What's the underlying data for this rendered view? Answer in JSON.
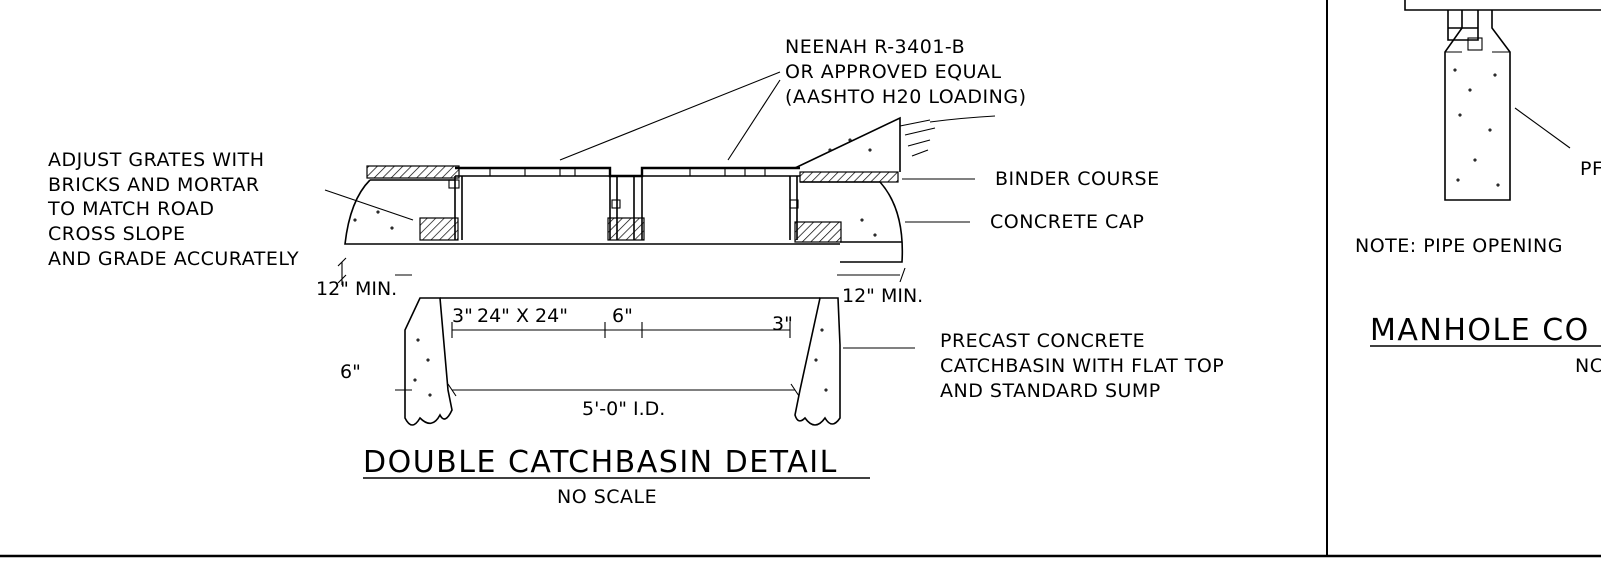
{
  "callouts": {
    "frame_line1": "NEENAH R-3401-B",
    "frame_line2": "OR APPROVED EQUAL",
    "frame_line3": "(AASHTO H20 LOADING)",
    "adjust_line1": "ADJUST GRATES WITH",
    "adjust_line2": "BRICKS AND MORTAR",
    "adjust_line3": "TO MATCH ROAD",
    "adjust_line4": "CROSS SLOPE",
    "adjust_line5": "AND GRADE ACCURATELY",
    "binder": "BINDER COURSE",
    "cap": "CONCRETE CAP",
    "precast_line1": "PRECAST CONCRETE",
    "precast_line2": "CATCHBASIN WITH FLAT TOP",
    "precast_line3": "AND STANDARD SUMP"
  },
  "dimensions": {
    "min_left": "12\" MIN.",
    "min_right": "12\" MIN.",
    "wall": "6\"",
    "edge_left": "3\"",
    "opening": "24\" X 24\"",
    "gap": "6\"",
    "edge_right": "3\"",
    "inside_diameter": "5'-0\" I.D."
  },
  "detail": {
    "title": "DOUBLE CATCHBASIN DETAIL",
    "scale": "NO SCALE"
  },
  "right_panel": {
    "pipe_label": "PF",
    "note": "NOTE: PIPE OPENING",
    "title": "MANHOLE CO",
    "scale": "NC"
  }
}
